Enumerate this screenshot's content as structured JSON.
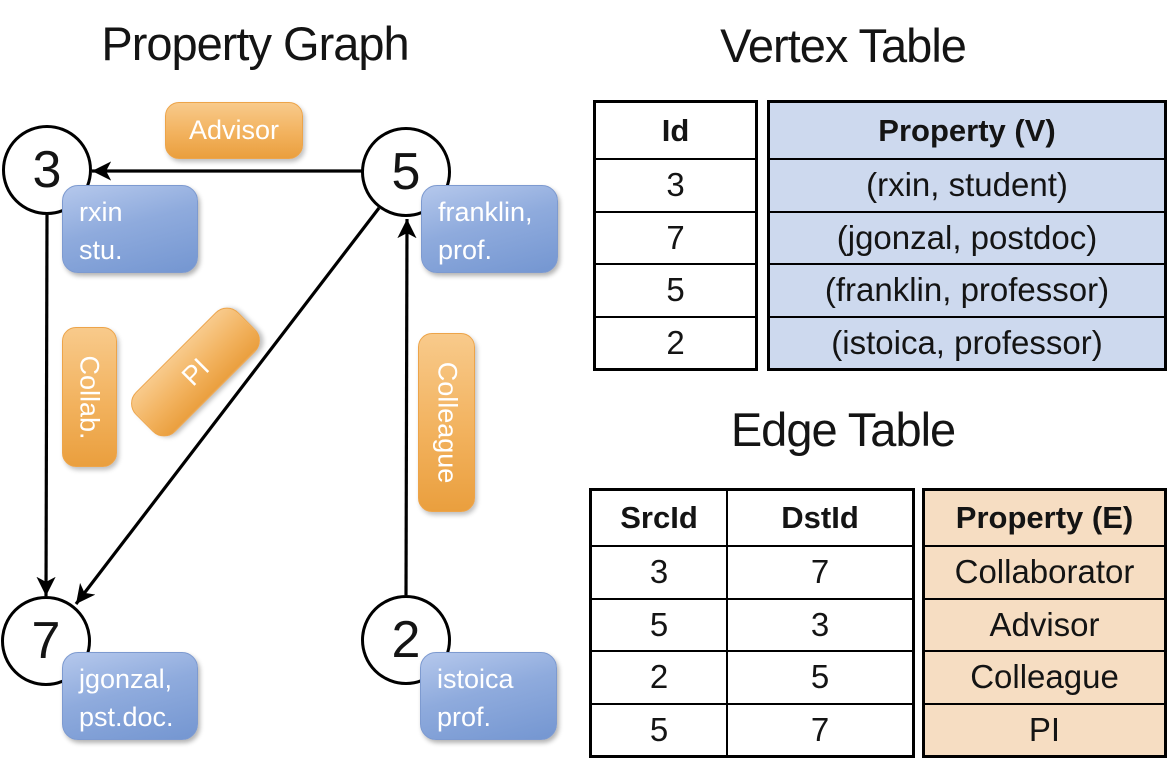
{
  "graph": {
    "title": "Property Graph",
    "vertices": [
      {
        "id": "3",
        "line1": "rxin",
        "line2": "stu."
      },
      {
        "id": "5",
        "line1": "franklin,",
        "line2": "prof."
      },
      {
        "id": "7",
        "line1": "jgonzal,",
        "line2": "pst.doc."
      },
      {
        "id": "2",
        "line1": "istoica",
        "line2": "prof."
      }
    ],
    "edge_labels": {
      "advisor": "Advisor",
      "collab": "Collab.",
      "pi": "PI",
      "colleague": "Colleague"
    }
  },
  "vertex_table": {
    "title": "Vertex Table",
    "columns": [
      "Id",
      "Property (V)"
    ],
    "rows": [
      [
        "3",
        "(rxin, student)"
      ],
      [
        "7",
        "(jgonzal, postdoc)"
      ],
      [
        "5",
        "(franklin, professor)"
      ],
      [
        "2",
        "(istoica, professor)"
      ]
    ]
  },
  "edge_table": {
    "title": "Edge Table",
    "columns": [
      "SrcId",
      "DstId",
      "Property (E)"
    ],
    "rows": [
      [
        "3",
        "7",
        "Collaborator"
      ],
      [
        "5",
        "3",
        "Advisor"
      ],
      [
        "2",
        "5",
        "Colleague"
      ],
      [
        "5",
        "7",
        "PI"
      ]
    ]
  },
  "colors": {
    "vertex_box_blue": "#7d9fd6",
    "edge_box_orange": "#f2b25e",
    "vertex_table_fill": "#cdd9ee",
    "edge_table_fill": "#f6ddc2",
    "line_black": "#000000"
  }
}
